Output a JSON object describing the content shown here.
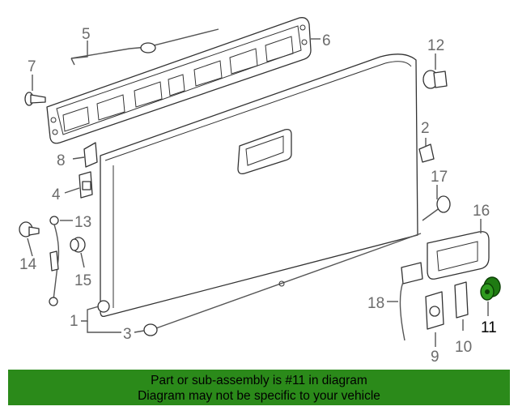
{
  "diagram": {
    "callouts": {
      "c1": "1",
      "c2": "2",
      "c3": "3",
      "c4": "4",
      "c5": "5",
      "c6": "6",
      "c7": "7",
      "c8": "8",
      "c9": "9",
      "c10": "10",
      "c11": "11",
      "c12": "12",
      "c13": "13",
      "c14": "14",
      "c15": "15",
      "c16": "16",
      "c17": "17",
      "c18": "18"
    },
    "highlight_part": "11",
    "highlight_color": "#1f7a12"
  },
  "banner": {
    "line1": "Part or sub-assembly is #11 in diagram",
    "line2": "Diagram may not be specific to your vehicle",
    "background": "#2b8a1a"
  }
}
